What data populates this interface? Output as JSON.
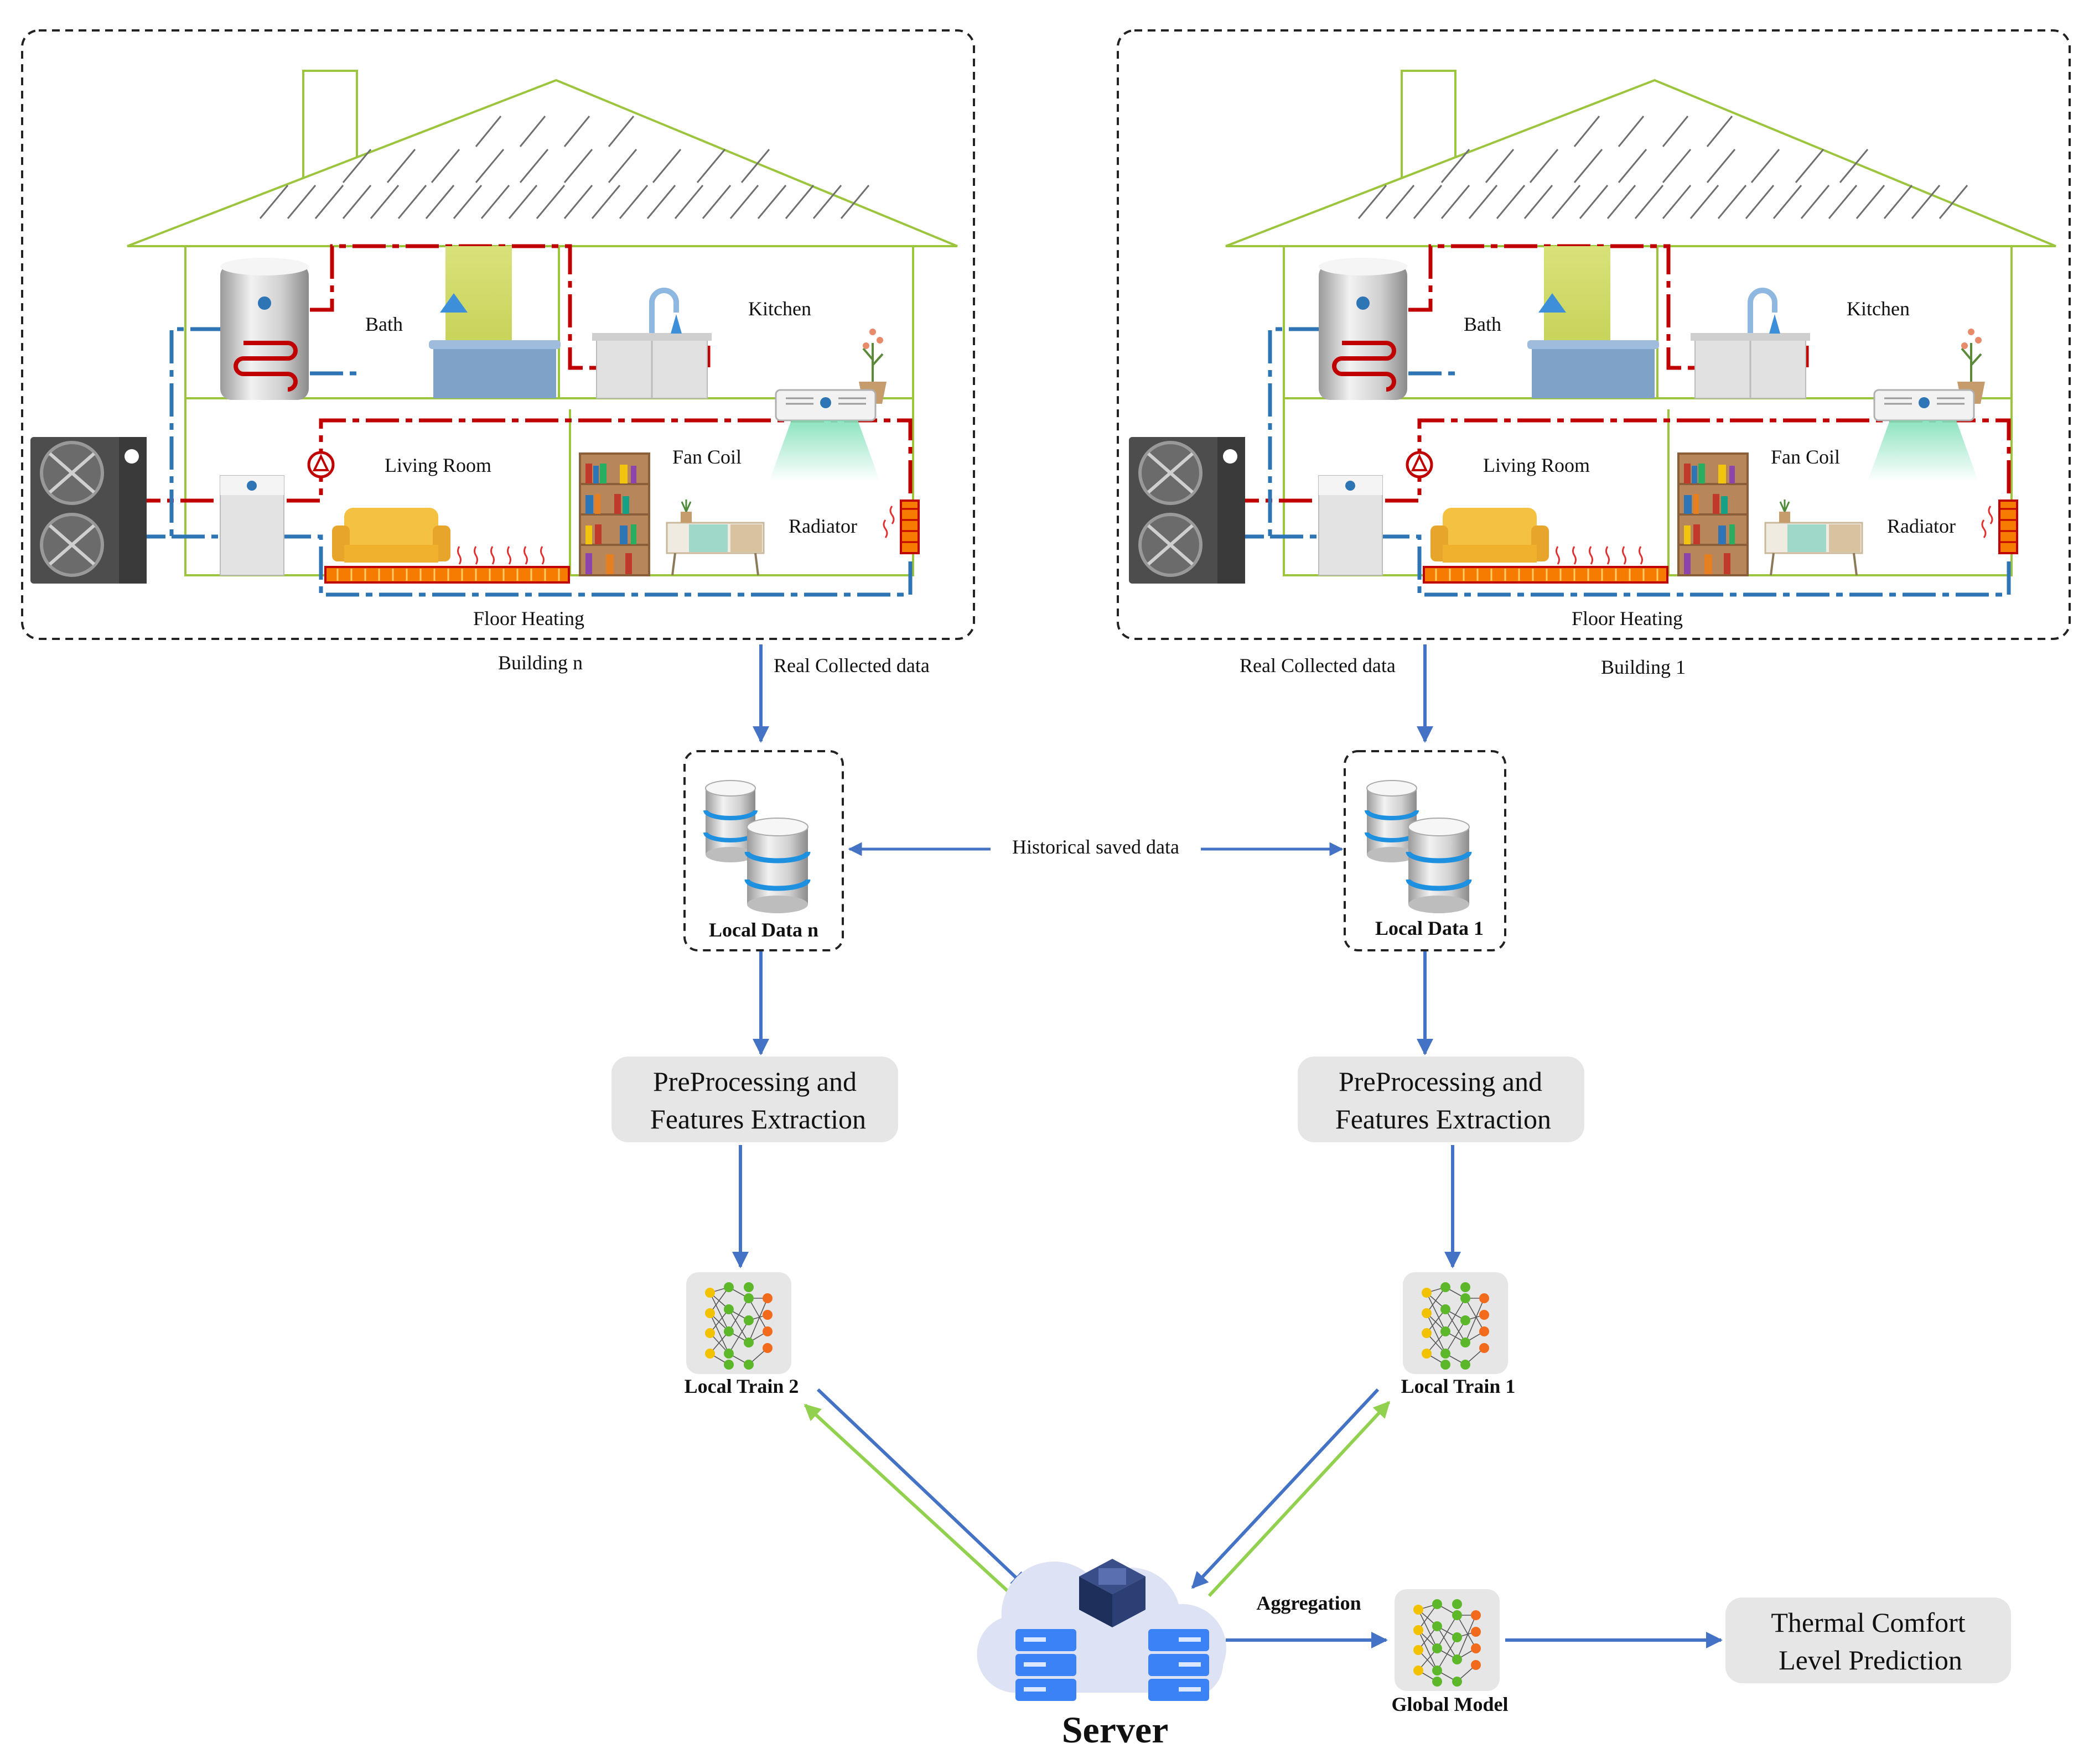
{
  "buildings": [
    {
      "id": "n",
      "caption": "Building n",
      "rooms": {
        "bath": "Bath",
        "kitchen": "Kitchen",
        "living": "Living Room",
        "fan_coil": "Fan Coil",
        "radiator": "Radiator",
        "floor": "Floor Heating"
      },
      "collected": "Real Collected data",
      "local_data": "Local Data n",
      "preprocess": [
        "PreProcessing and",
        "Features Extraction"
      ],
      "local_train": "Local Train 2"
    },
    {
      "id": "1",
      "caption": "Building 1",
      "rooms": {
        "bath": "Bath",
        "kitchen": "Kitchen",
        "living": "Living Room",
        "fan_coil": "Fan Coil",
        "radiator": "Radiator",
        "floor": "Floor Heating"
      },
      "collected": "Real Collected data",
      "local_data": "Local Data 1",
      "preprocess": [
        "PreProcessing and",
        "Features Extraction"
      ],
      "local_train": "Local Train 1"
    }
  ],
  "historical": "Historical saved data",
  "server": "Server",
  "aggregation": "Aggregation",
  "global_model": "Global Model",
  "output": [
    "Thermal Comfort",
    "Level Prediction"
  ],
  "colors": {
    "flow_arrow": "#4472c4",
    "return_arrow": "#92d050",
    "hot_pipe": "#c00000",
    "cold_pipe": "#2e75b6",
    "house_outline": "#9bc53d",
    "box_fill": "#e6e6e6"
  }
}
